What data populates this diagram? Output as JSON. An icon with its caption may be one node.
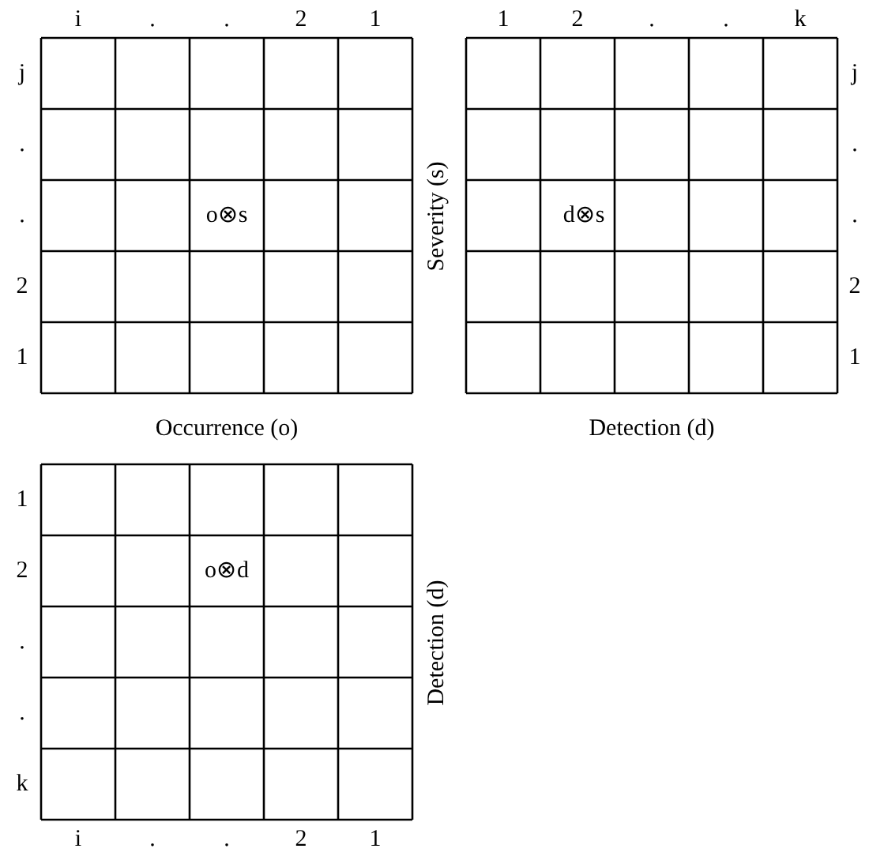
{
  "diagram": {
    "labels": [
      "i",
      ".",
      ".",
      "2",
      "1",
      "1",
      "2",
      ".",
      ".",
      "k",
      "j",
      ".",
      ".",
      "2",
      "1",
      "o⊗s",
      "Severity (s)",
      "d⊗s",
      "j",
      ".",
      ".",
      "2",
      "1",
      "Occurrence (o)",
      "Detection (d)",
      "1",
      "2",
      ".",
      ".",
      "k",
      "o⊗d",
      "Detection (d)",
      "i",
      ".",
      ".",
      "2",
      "1"
    ]
  }
}
